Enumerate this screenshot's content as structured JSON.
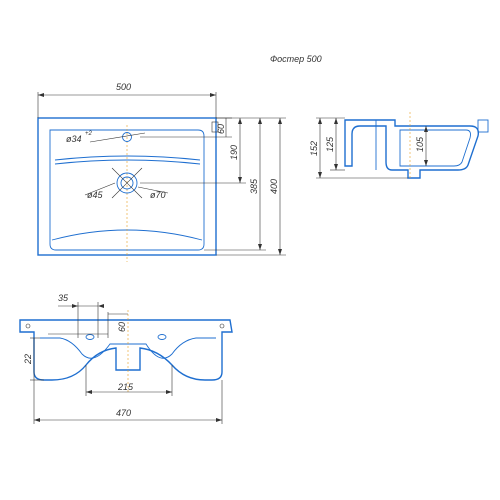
{
  "title": "Фостер 500",
  "dimensions": {
    "width_top": "500",
    "d60": "60",
    "d190": "190",
    "d385": "385",
    "d400": "400",
    "hole_label": "ø34",
    "hole_sup": "+2",
    "drain45": "ø45",
    "drain70": "ø70",
    "side_152": "152",
    "side_125": "125",
    "side_105": "105",
    "front_35": "35",
    "front_60": "60",
    "front_22": "22",
    "front_215": "215",
    "front_470": "470"
  },
  "colors": {
    "outline": "#1f6fd0",
    "dim_lines": "#333333",
    "axis": "#e8a020"
  }
}
